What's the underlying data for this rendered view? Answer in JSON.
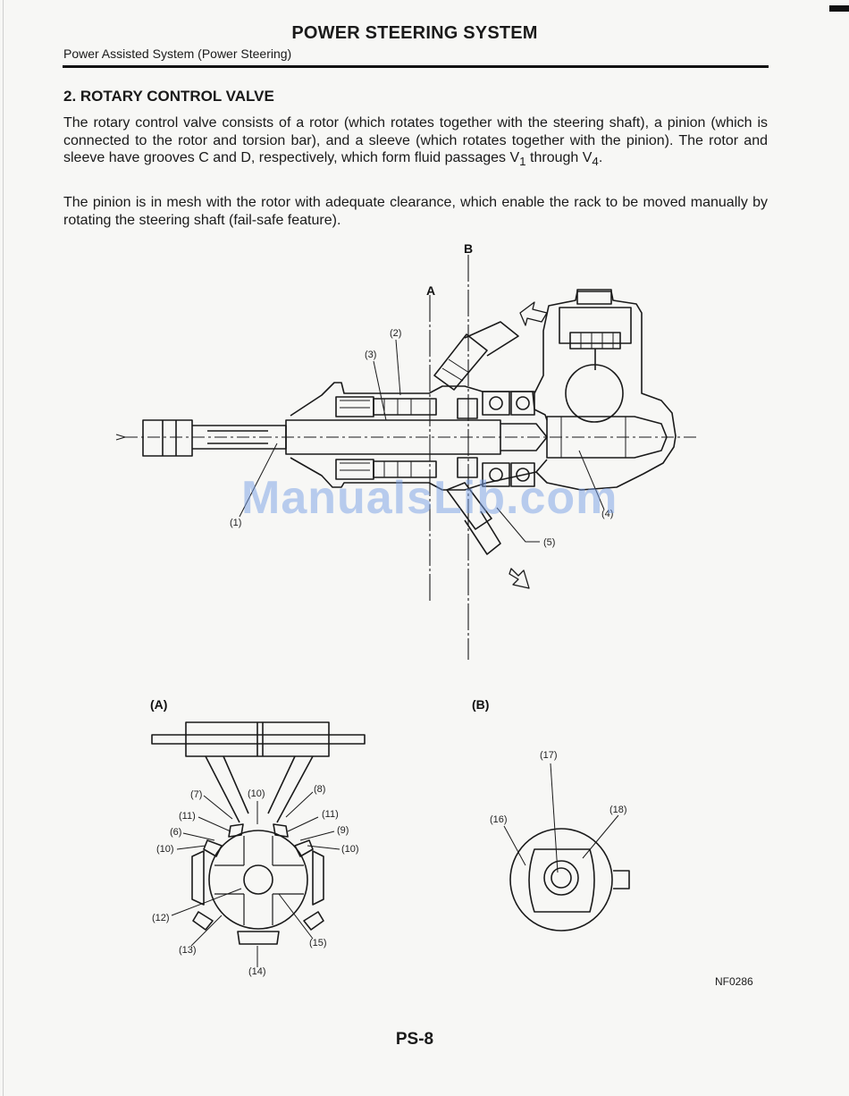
{
  "header": {
    "title": "POWER STEERING SYSTEM",
    "subtitle": "Power Assisted System (Power Steering)"
  },
  "section": {
    "heading": "2. ROTARY CONTROL VALVE",
    "paragraph1": {
      "lead": "The rotary control valve consists of a rotor (which rotates together with the steering shaft), a pinion (which is connected to the rotor and torsion bar), and a sleeve (which rotates together with the pinion). The rotor and sleeve have grooves C and D, respectively, which form fluid passages V",
      "sub1": "1",
      "mid": " through V",
      "sub2": "4",
      "end": "."
    },
    "paragraph2": "The pinion is in mesh with the rotor with adequate clearance, which enable the rack to be moved manually by rotating the steering shaft (fail-safe feature)."
  },
  "figure": {
    "main_labels": {
      "A": "A",
      "B": "B",
      "l1": "(1)",
      "l2": "(2)",
      "l3": "(3)",
      "l4": "(4)",
      "l5": "(5)"
    },
    "view_a": {
      "title": "(A)",
      "labels": {
        "l6": "(6)",
        "l7": "(7)",
        "l8": "(8)",
        "l9": "(9)",
        "l10a": "(10)",
        "l10b": "(10)",
        "l10c": "(10)",
        "l11a": "(11)",
        "l11b": "(11)",
        "l12": "(12)",
        "l13": "(13)",
        "l14": "(14)",
        "l15": "(15)"
      }
    },
    "view_b": {
      "title": "(B)",
      "labels": {
        "l16": "(16)",
        "l17": "(17)",
        "l18": "(18)"
      }
    },
    "code": "NF0286"
  },
  "watermark": "ManualsLib.com",
  "footer": {
    "page": "PS-8"
  }
}
